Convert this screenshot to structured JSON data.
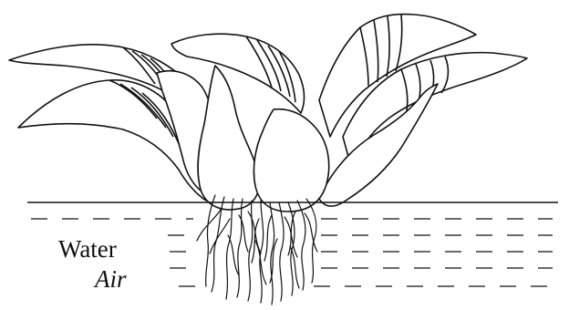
{
  "labels": {
    "water": "Water",
    "air": "Air"
  },
  "colors": {
    "ink": "#111111",
    "leaf_fill": "#ffffff",
    "background": "#ffffff"
  },
  "icons": {
    "plant": "water-hyacinth-plant-illustration"
  }
}
